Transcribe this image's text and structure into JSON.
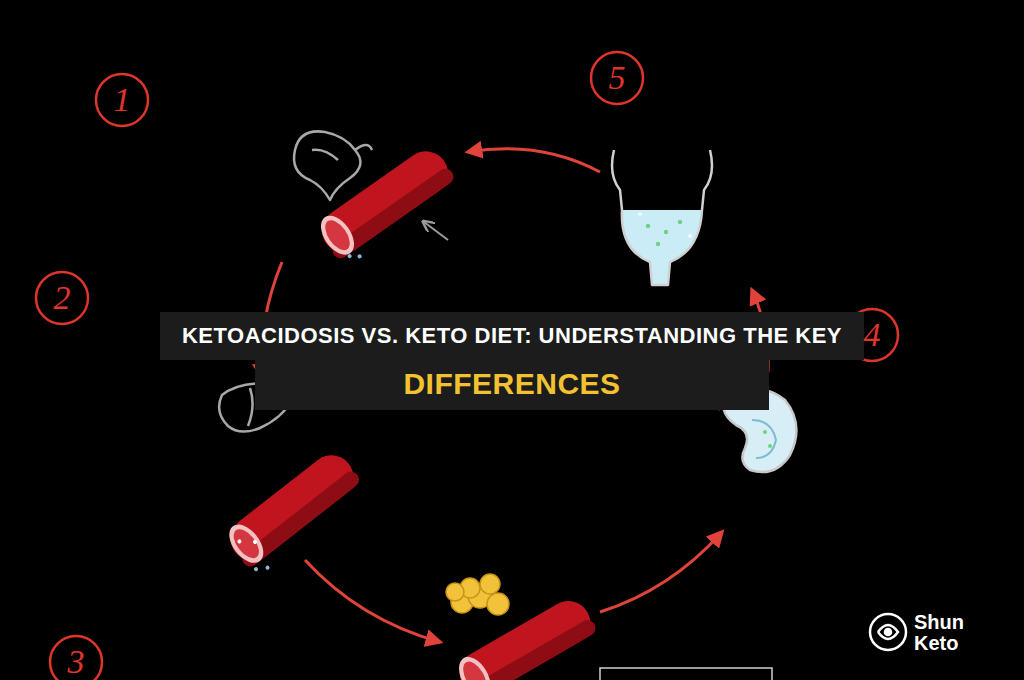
{
  "diagram": {
    "title": "KETOACIDOSIS VS. KETO DIET: UNDERSTANDING THE KEY DIFFERENCES",
    "labels": [
      "1",
      "2",
      "3",
      "4",
      "5",
      "Shun Keto"
    ]
  }
}
